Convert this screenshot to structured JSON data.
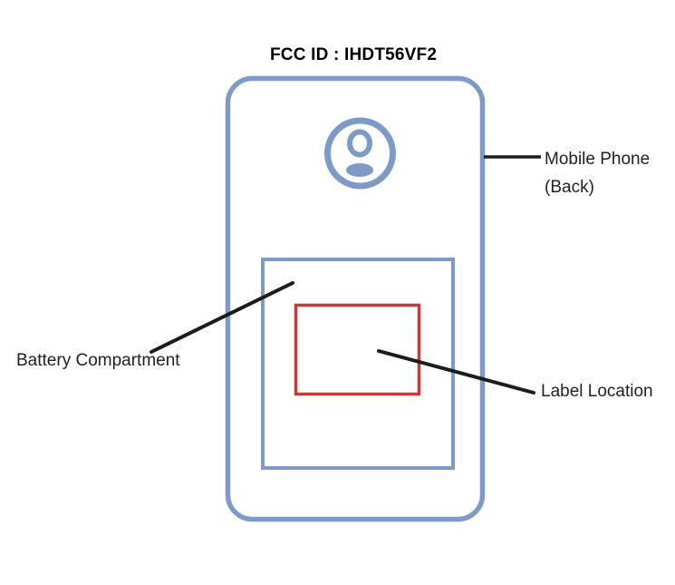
{
  "title": "FCC ID : IHDT56VF2",
  "labels": {
    "mobile_phone": [
      "Mobile Phone",
      "(Back)"
    ],
    "battery_compartment": "Battery Compartment",
    "label_location": "Label Location"
  },
  "icons": {
    "camera": "camera-icon"
  },
  "colors": {
    "outline_blue": "#7e9bc8",
    "label_red": "#dc3034",
    "pointer_black": "#1c1c1c",
    "text_dark": "#212121",
    "title_black": "#000000"
  }
}
